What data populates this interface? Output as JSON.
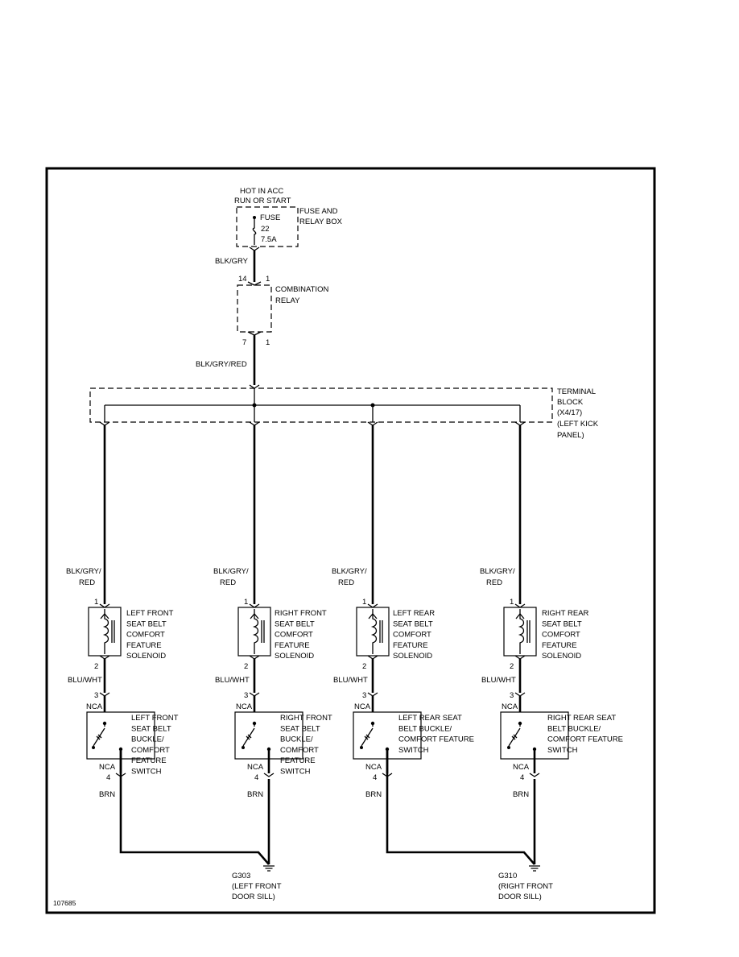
{
  "power": {
    "hot_line1": "HOT IN ACC",
    "hot_line2": "RUN OR START",
    "fuse_label": "FUSE",
    "fuse_number": "22",
    "fuse_rating": "7.5A",
    "box_line1": "FUSE AND",
    "box_line2": "RELAY BOX",
    "wire_to_relay": "BLK/GRY"
  },
  "relay": {
    "pin_in": "14",
    "pin_in_right": "1",
    "label_line1": "COMBINATION",
    "label_line2": "RELAY",
    "pin_out": "7",
    "pin_out_right": "1",
    "wire_out": "BLK/GRY/RED"
  },
  "terminal_block": {
    "line1": "TERMINAL",
    "line2": "BLOCK",
    "line3": "(X4/17)",
    "line4": "(LEFT KICK",
    "line5": "PANEL)"
  },
  "branches": [
    {
      "wire_top_1": "BLK/GRY/",
      "wire_top_2": "RED",
      "sol_pin_in": "1",
      "sol_pin_out": "2",
      "solenoid": [
        "LEFT FRONT",
        "SEAT BELT",
        "COMFORT",
        "FEATURE",
        "SOLENOID"
      ],
      "wire_mid": "BLU/WHT",
      "sw_pin_in": "3",
      "sw_nca_top": "NCA",
      "switch": [
        "LEFT FRONT",
        "SEAT BELT",
        "BUCKLE/",
        "COMFORT",
        "FEATURE",
        "SWITCH"
      ],
      "sw_nca_bottom": "NCA",
      "sw_pin_out": "4",
      "wire_ground": "BRN"
    },
    {
      "wire_top_1": "BLK/GRY/",
      "wire_top_2": "RED",
      "sol_pin_in": "1",
      "sol_pin_out": "2",
      "solenoid": [
        "RIGHT FRONT",
        "SEAT BELT",
        "COMFORT",
        "FEATURE",
        "SOLENOID"
      ],
      "wire_mid": "BLU/WHT",
      "sw_pin_in": "3",
      "sw_nca_top": "NCA",
      "switch": [
        "RIGHT FRONT",
        "SEAT BELT",
        "BUCKLE/",
        "COMFORT",
        "FEATURE",
        "SWITCH"
      ],
      "sw_nca_bottom": "NCA",
      "sw_pin_out": "4",
      "wire_ground": "BRN"
    },
    {
      "wire_top_1": "BLK/GRY/",
      "wire_top_2": "RED",
      "sol_pin_in": "1",
      "sol_pin_out": "2",
      "solenoid": [
        "LEFT REAR",
        "SEAT BELT",
        "COMFORT",
        "FEATURE",
        "SOLENOID"
      ],
      "wire_mid": "BLU/WHT",
      "sw_pin_in": "3",
      "sw_nca_top": "NCA",
      "switch": [
        "LEFT REAR SEAT",
        "BELT BUCKLE/",
        "COMFORT FEATURE",
        "SWITCH"
      ],
      "sw_nca_bottom": "NCA",
      "sw_pin_out": "4",
      "wire_ground": "BRN"
    },
    {
      "wire_top_1": "BLK/GRY/",
      "wire_top_2": "RED",
      "sol_pin_in": "1",
      "sol_pin_out": "2",
      "solenoid": [
        "RIGHT REAR",
        "SEAT BELT",
        "COMFORT",
        "FEATURE",
        "SOLENOID"
      ],
      "wire_mid": "BLU/WHT",
      "sw_pin_in": "3",
      "sw_nca_top": "NCA",
      "switch": [
        "RIGHT REAR SEAT",
        "BELT BUCKLE/",
        "COMFORT FEATURE",
        "SWITCH"
      ],
      "sw_nca_bottom": "NCA",
      "sw_pin_out": "4",
      "wire_ground": "BRN"
    }
  ],
  "grounds": [
    {
      "id": "G303",
      "line2": "(LEFT FRONT",
      "line3": "DOOR SILL)"
    },
    {
      "id": "G310",
      "line2": "(RIGHT FRONT",
      "line3": "DOOR SILL)"
    }
  ],
  "figure_number": "107685"
}
